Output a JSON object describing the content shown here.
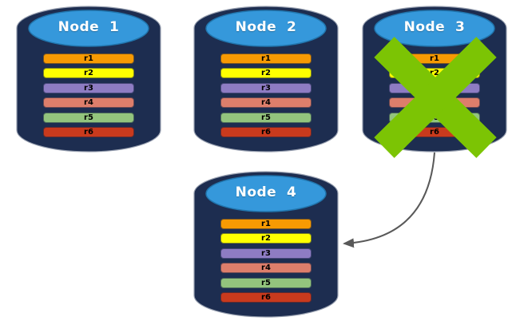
{
  "colors": {
    "background": "#FFFFFF",
    "cylinder_body": "#1D2D50",
    "cylinder_outline": "#98A0B0",
    "cylinder_top": "#3598DB",
    "cylinder_top_edge": "#2176AE",
    "failure_x": "#7CC404",
    "arrow": "#595959"
  },
  "nodes": [
    {
      "label": "Node  1",
      "failed": false,
      "rows": [
        {
          "label": "r1",
          "color": "#F79A03"
        },
        {
          "label": "r2",
          "color": "#FFFF00"
        },
        {
          "label": "r3",
          "color": "#8E7CC3"
        },
        {
          "label": "r4",
          "color": "#DD7E6B"
        },
        {
          "label": "r5",
          "color": "#93C47D"
        },
        {
          "label": "r6",
          "color": "#C93A1D"
        }
      ]
    },
    {
      "label": "Node  2",
      "failed": false,
      "rows": [
        {
          "label": "r1",
          "color": "#F79A03"
        },
        {
          "label": "r2",
          "color": "#FFFF00"
        },
        {
          "label": "r3",
          "color": "#8E7CC3"
        },
        {
          "label": "r4",
          "color": "#DD7E6B"
        },
        {
          "label": "r5",
          "color": "#93C47D"
        },
        {
          "label": "r6",
          "color": "#C93A1D"
        }
      ]
    },
    {
      "label": "Node  3",
      "failed": true,
      "rows": [
        {
          "label": "r1",
          "color": "#F79A03"
        },
        {
          "label": "r2",
          "color": "#FFFF00"
        },
        {
          "label": "r3",
          "color": "#8E7CC3"
        },
        {
          "label": "r4",
          "color": "#DD7E6B"
        },
        {
          "label": "r5",
          "color": "#93C47D"
        },
        {
          "label": "r6",
          "color": "#C93A1D"
        }
      ]
    },
    {
      "label": "Node  4",
      "failed": false,
      "rows": [
        {
          "label": "r1",
          "color": "#F79A03"
        },
        {
          "label": "r2",
          "color": "#FFFF00"
        },
        {
          "label": "r3",
          "color": "#8E7CC3"
        },
        {
          "label": "r4",
          "color": "#DD7E6B"
        },
        {
          "label": "r5",
          "color": "#93C47D"
        },
        {
          "label": "r6",
          "color": "#C93A1D"
        }
      ]
    }
  ]
}
